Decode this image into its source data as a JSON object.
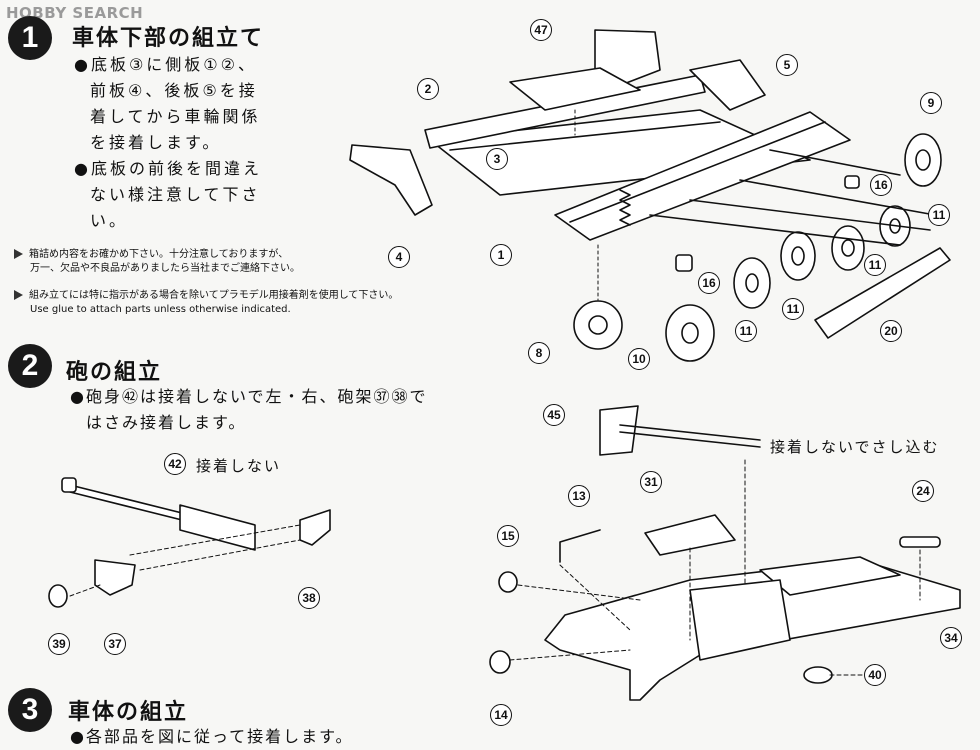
{
  "watermark": "HOBBY SEARCH",
  "step1": {
    "number": "1",
    "title": "車体下部の組立て",
    "bullets": [
      [
        "●底板③に側板①②、",
        "前板④、後板⑤を接",
        "着してから車輪関係",
        "を接着します。"
      ],
      [
        "●底板の前後を間違え",
        "ない様注意して下さ",
        "い。"
      ]
    ]
  },
  "notes": {
    "note1": [
      "箱詰め内容をお確かめ下さい。十分注意しておりますが、",
      "万一、欠品や不良品がありましたら当社までご連絡下さい。"
    ],
    "note2": [
      "組み立てには特に指示がある場合を除いてプラモデル用接着剤を使用して下さい。",
      "Use glue to attach parts unless otherwise indicated."
    ]
  },
  "step2": {
    "number": "2",
    "title": "砲の組立",
    "bullets": [
      "●砲身㊷は接着しないで左・右、砲架㊲㊳で",
      "はさみ接着します。"
    ],
    "callout": "接着しない"
  },
  "step3": {
    "number": "3",
    "title": "車体の組立",
    "bullets": [
      "●各部品を図に従って接着します。"
    ],
    "callout": "接着しないでさし込む"
  },
  "parts": {
    "p47": "47",
    "p5": "5",
    "p2": "2",
    "p9": "9",
    "p3": "3",
    "p16a": "16",
    "p11a": "11",
    "p4": "4",
    "p1": "1",
    "p11b": "11",
    "p16b": "16",
    "p11c": "11",
    "p11d": "11",
    "p20": "20",
    "p8": "8",
    "p10": "10",
    "p42": "42",
    "p38": "38",
    "p39": "39",
    "p37": "37",
    "p45": "45",
    "p13": "13",
    "p31": "31",
    "p24": "24",
    "p15": "15",
    "p34": "34",
    "p40": "40",
    "p14": "14"
  }
}
